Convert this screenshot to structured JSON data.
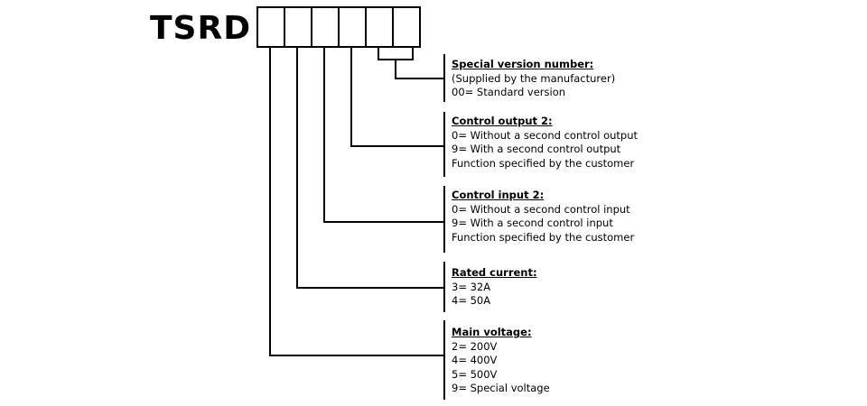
{
  "title": "TSRD",
  "code_boxes": 6,
  "sections": [
    {
      "heading": "Special version number:",
      "lines": [
        "(Supplied by the manufacturer)",
        "00= Standard version"
      ]
    },
    {
      "heading": "Control output 2:",
      "lines": [
        "0= Without a second control output",
        "9= With a second control output",
        "Function specified by the customer"
      ]
    },
    {
      "heading": "Control input 2:",
      "lines": [
        "0= Without a second control input",
        "9= With a second control input",
        "Function specified by the customer"
      ]
    },
    {
      "heading": "Rated current:",
      "lines": [
        "3= 32A",
        "4= 50A"
      ]
    },
    {
      "heading": "Main voltage:",
      "lines": [
        "2= 200V",
        "4= 400V",
        "5= 500V",
        "9= Special voltage"
      ]
    }
  ]
}
